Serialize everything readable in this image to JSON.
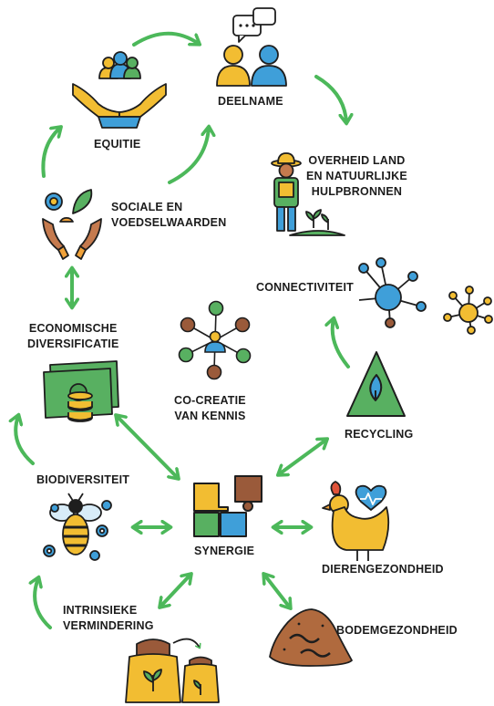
{
  "colors": {
    "arrow": "#4cb85a",
    "outline": "#1e1e1e",
    "yellow": "#f2bd32",
    "blue": "#3f9fd9",
    "green": "#58b061",
    "brown": "#9a5a3a",
    "skin": "#c57a4e",
    "orange": "#f0a23a"
  },
  "nodes": {
    "deelname": {
      "label": "DEELNAME",
      "icon": "people-chat-icon"
    },
    "equitie": {
      "label": "EQUITIE",
      "icon": "hands-people-icon"
    },
    "overheid": {
      "line1": "OVERHEID LAND",
      "line2": "EN NATUURLIJKE",
      "line3": "HULPBRONNEN",
      "icon": "farmer-icon"
    },
    "sociale": {
      "line1": "SOCIALE EN",
      "line2": "VOEDSELWAARDEN",
      "icon": "hands-food-icon"
    },
    "connectiviteit": {
      "label": "CONNECTIVITEIT",
      "icon": "network-icon"
    },
    "economische": {
      "line1": "ECONOMISCHE",
      "line2": "DIVERSIFICATIE",
      "icon": "money-coins-icon"
    },
    "cocreatie": {
      "line1": "CO-CREATIE",
      "line2": "VAN KENNIS",
      "icon": "knowledge-network-icon"
    },
    "recycling": {
      "label": "RECYCLING",
      "icon": "recycle-triangle-icon"
    },
    "biodiversiteit": {
      "label": "BIODIVERSITEIT",
      "icon": "bee-flowers-icon"
    },
    "synergie": {
      "label": "SYNERGIE",
      "icon": "puzzle-icon"
    },
    "dierengezondheid": {
      "label": "DIERENGEZONDHEID",
      "icon": "chicken-heart-icon"
    },
    "intrinsieke": {
      "line1": "INTRINSIEKE",
      "line2": "VERMINDERING",
      "icon": "sacks-icon"
    },
    "bodemgezondheid": {
      "label": "BODEMGEZONDHEID",
      "icon": "soil-worms-icon"
    }
  }
}
